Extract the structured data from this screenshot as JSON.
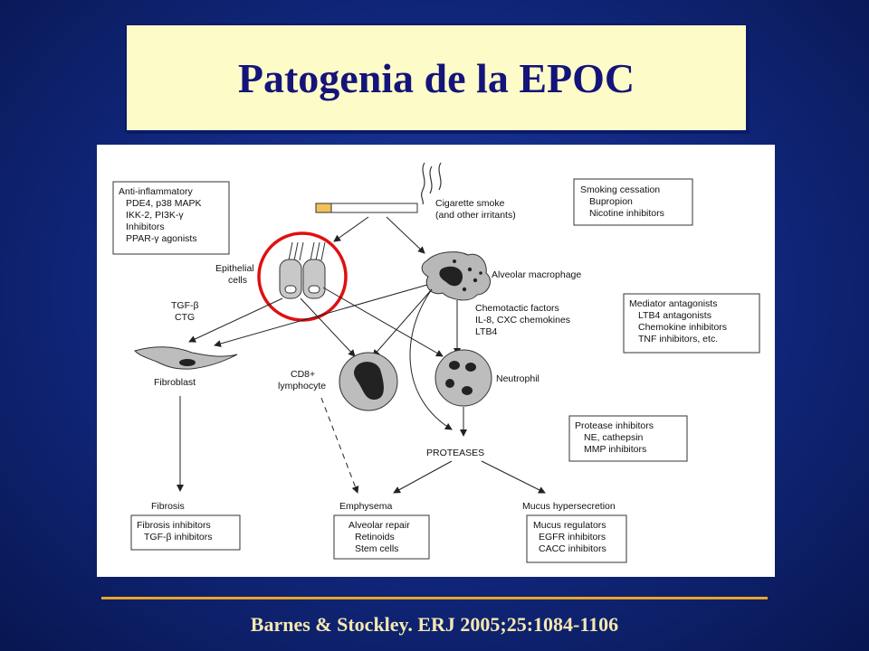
{
  "title": "Patogenia de la EPOC",
  "citation": "Barnes & Stockley. ERJ 2005;25:1084-1106",
  "colors": {
    "background": "#10267a",
    "title_box": "#fdfcc9",
    "title_text": "#14147a",
    "highlight_circle": "#e01010",
    "rule": "#e8a52a",
    "citation_text": "#f5e8b0"
  },
  "diagram": {
    "cigarette": {
      "lines": [
        "Cigarette smoke",
        "(and other irritants)"
      ]
    },
    "epithelial": {
      "lines": [
        "Epithelial",
        "cells"
      ]
    },
    "macrophage": {
      "label": "Alveolar macrophage"
    },
    "tgf": {
      "lines": [
        "TGF-β",
        "CTG"
      ]
    },
    "chemotactic": {
      "lines": [
        "Chemotactic factors",
        "IL-8, CXC chemokines",
        "LTB4"
      ]
    },
    "fibroblast": {
      "label": "Fibroblast"
    },
    "cd8": {
      "lines": [
        "CD8+",
        "lymphocyte"
      ]
    },
    "neutrophil": {
      "label": "Neutrophil"
    },
    "proteases": {
      "label": "PROTEASES"
    },
    "fibrosis": {
      "label": "Fibrosis"
    },
    "emphysema": {
      "label": "Emphysema"
    },
    "mucus": {
      "label": "Mucus hypersecretion"
    },
    "boxes": {
      "anti_inflammatory": [
        "Anti-inflammatory",
        "PDE4, p38 MAPK",
        "IKK-2, PI3K-γ",
        "Inhibitors",
        "PPAR-γ agonists"
      ],
      "smoking_cessation": [
        "Smoking cessation",
        "Bupropion",
        "Nicotine inhibitors"
      ],
      "mediator_antagonists": [
        "Mediator antagonists",
        "LTB4 antagonists",
        "Chemokine inhibitors",
        "TNF inhibitors, etc."
      ],
      "protease_inhibitors": [
        "Protease inhibitors",
        "NE, cathepsin",
        "MMP inhibitors"
      ],
      "fibrosis_inhibitors": [
        "Fibrosis inhibitors",
        "TGF-β inhibitors"
      ],
      "alveolar_repair": [
        "Alveolar repair",
        "Retinoids",
        "Stem cells"
      ],
      "mucus_regulators": [
        "Mucus regulators",
        "EGFR inhibitors",
        "CACC inhibitors"
      ]
    }
  }
}
